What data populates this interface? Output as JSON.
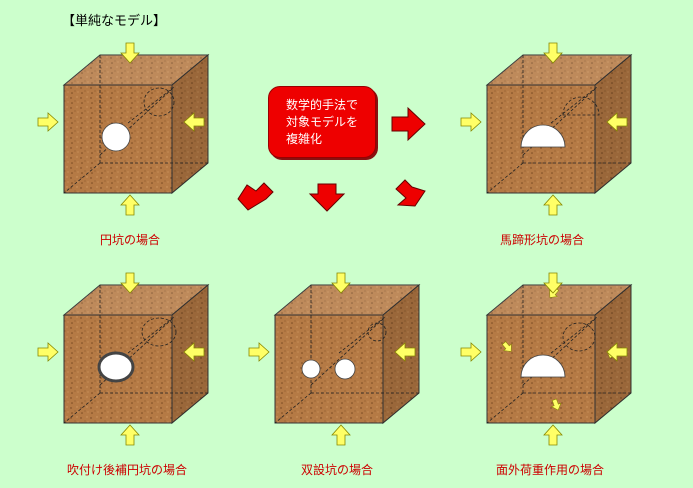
{
  "title": "【単純なモデル】",
  "callout": {
    "text": "数学的手法で\n対象モデルを\n複雑化"
  },
  "models": [
    {
      "id": "circular",
      "caption": "円坑の場合"
    },
    {
      "id": "horseshoe",
      "caption": "馬蹄形坑の場合"
    },
    {
      "id": "shotcrete",
      "caption": "吹付け後補円坑の場合"
    },
    {
      "id": "twin",
      "caption": "双設坑の場合"
    },
    {
      "id": "outofplane",
      "caption": "面外荷重作用の場合"
    }
  ],
  "colors": {
    "background": "#ccffcc",
    "cube_front": "#b57a45",
    "cube_top": "#c58a55",
    "cube_side": "#9a6333",
    "arrow_yellow": "#ffff66",
    "arrow_red": "#ee0000",
    "caption": "#cc0000"
  }
}
